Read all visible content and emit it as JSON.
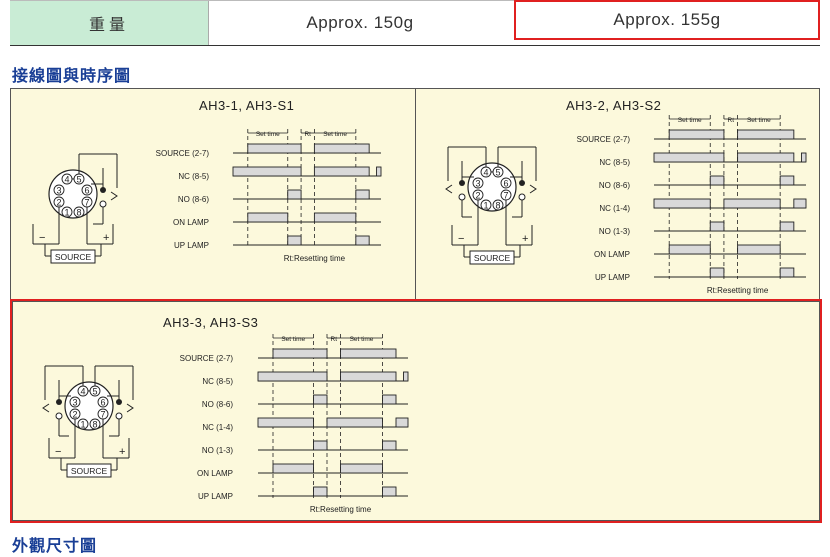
{
  "weight": {
    "label": "重量",
    "value_1": "Approx. 150g",
    "value_2": "Approx. 155g"
  },
  "section_wiring": "接線圖與時序圖",
  "section_dimensions": "外觀尺寸圖",
  "panels": [
    {
      "title": "AH3-1, AH3-S1",
      "source": "SOURCE",
      "rows": [
        "SOURCE (2-7)",
        "NC (8-5)",
        "NO (8-6)",
        "ON LAMP",
        "UP LAMP"
      ],
      "set_time": "Set time",
      "rt": "Rt",
      "footnote": "Rt:Resetting time",
      "pins": [
        "4",
        "5",
        "3",
        "6",
        "2",
        "7",
        "1",
        "8"
      ],
      "minus": "−",
      "plus": "+"
    },
    {
      "title": "AH3-2, AH3-S2",
      "source": "SOURCE",
      "rows": [
        "SOURCE (2-7)",
        "NC (8-5)",
        "NO (8-6)",
        "NC (1-4)",
        "NO (1-3)",
        "ON LAMP",
        "UP LAMP"
      ],
      "set_time": "Set time",
      "rt": "Rt",
      "footnote": "Rt:Resetting time",
      "pins": [
        "4",
        "5",
        "3",
        "6",
        "2",
        "7",
        "1",
        "8"
      ],
      "minus": "−",
      "plus": "+"
    },
    {
      "title": "AH3-3, AH3-S3",
      "source": "SOURCE",
      "rows": [
        "SOURCE (2-7)",
        "NC (8-5)",
        "NO (8-6)",
        "NC (1-4)",
        "NO (1-3)",
        "ON LAMP",
        "UP LAMP"
      ],
      "set_time": "Set time",
      "rt": "Rt",
      "footnote": "Rt:Resetting time",
      "pins": [
        "4",
        "5",
        "3",
        "6",
        "2",
        "7",
        "1",
        "8"
      ],
      "minus": "−",
      "plus": "+"
    }
  ]
}
